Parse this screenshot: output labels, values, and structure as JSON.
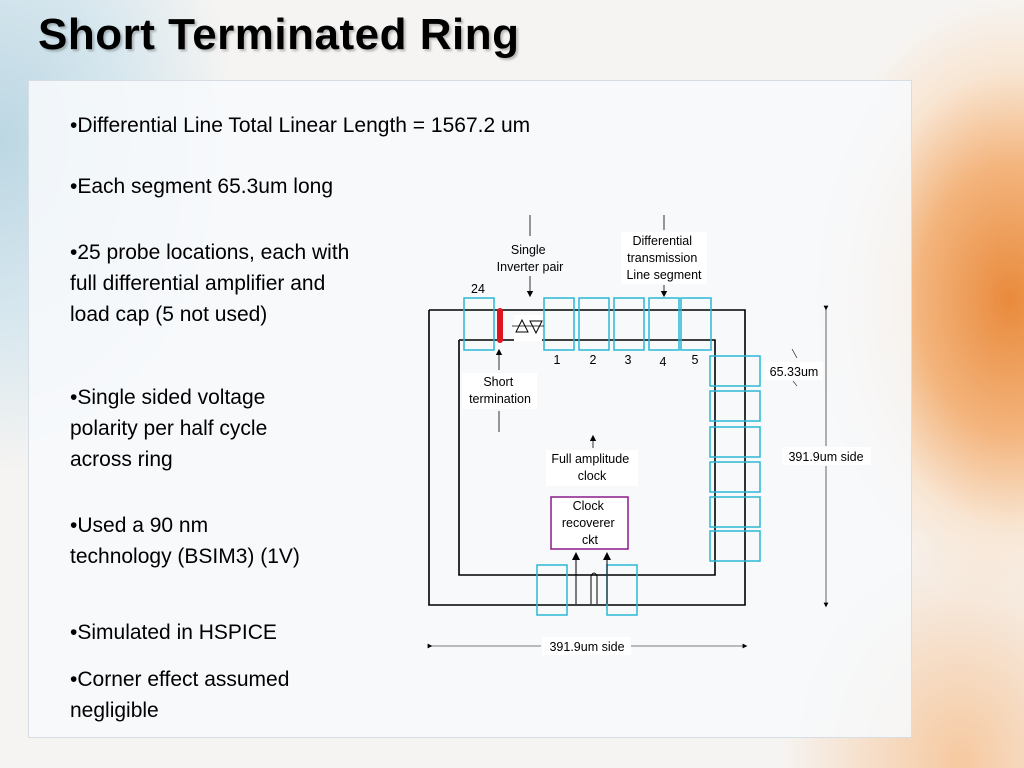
{
  "title": "Short Terminated Ring",
  "bullets": [
    "•Differential Line Total Linear Length = 1567.2 um",
    "•Each segment 65.3um long",
    "•25 probe locations, each with full differential amplifier and load cap (5 not used)",
    "•Single sided voltage polarity per half cycle across ring",
    "•Used a 90 nm technology (BSIM3) (1V)",
    "•Simulated in HSPICE",
    "•Corner effect assumed negligible"
  ],
  "diagram": {
    "single_inverter_pair": [
      "Single",
      "Inverter pair"
    ],
    "differential_segment": [
      "Differential",
      "transmission",
      "Line segment"
    ],
    "short_termination": [
      "Short",
      "termination"
    ],
    "full_amplitude_clock": [
      "Full amplitude",
      "clock"
    ],
    "clock_recoverer": [
      "Clock",
      "recoverer",
      "ckt"
    ],
    "segment_numbers": [
      "1",
      "2",
      "3",
      "4",
      "5"
    ],
    "segment_24": "24",
    "segment_length": "65.33um",
    "side_vertical": "391.9um side",
    "side_horizontal": "391.9um side"
  },
  "colors": {
    "segment": "#2bb8d6",
    "short": "#e0141e",
    "recoverer_border": "#8b1a8b",
    "wire": "#000000"
  }
}
